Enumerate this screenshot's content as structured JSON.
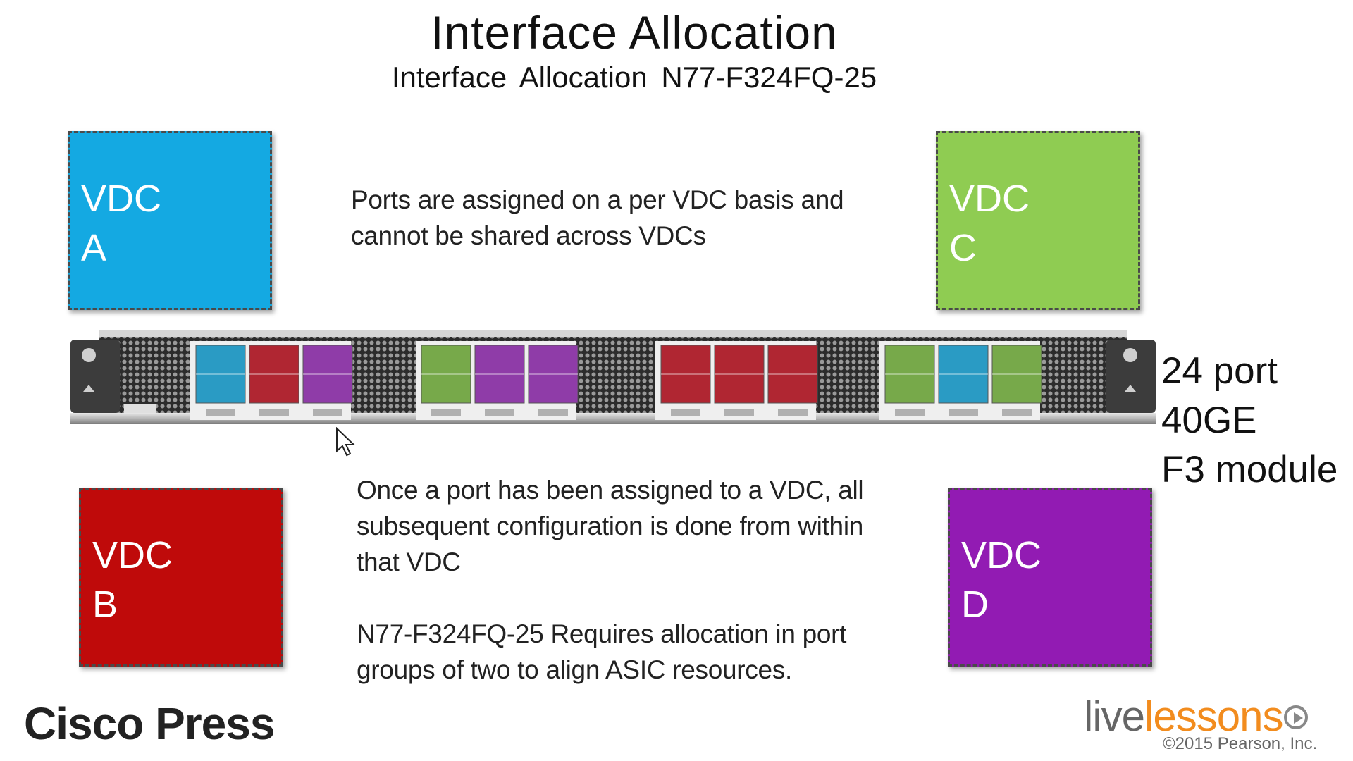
{
  "header": {
    "title": "Interface Allocation",
    "subtitle": "Interface Allocation N77-F324FQ-25"
  },
  "vdcs": [
    {
      "line1": "VDC",
      "line2": "A",
      "color": "#14a9e2"
    },
    {
      "line1": "VDC",
      "line2": "C",
      "color": "#8fcc52"
    },
    {
      "line1": "VDC",
      "line2": "B",
      "color": "#bf0a0a"
    },
    {
      "line1": "VDC",
      "line2": "D",
      "color": "#921bb3"
    }
  ],
  "captions": {
    "top_line1": "Ports are assigned on a per VDC basis and",
    "top_line2": "cannot be shared across VDCs",
    "mid_line1": "Once a port has been assigned to a VDC, all",
    "mid_line2": "subsequent configuration is done from within",
    "mid_line3": "that VDC",
    "bottom_line1": "N77-F324FQ-25 Requires allocation in port",
    "bottom_line2": "groups of two to align ASIC resources."
  },
  "module_label": {
    "line1": "24 port",
    "line2": "40GE",
    "line3": "F3 module"
  },
  "module": {
    "port_groups": [
      [
        "#2a9bc4",
        "#b02632",
        "#8f3ca8"
      ],
      [
        "#77a94a",
        "#8f3ca8",
        "#8f3ca8"
      ],
      [
        "#b02632",
        "#b02632",
        "#b02632"
      ],
      [
        "#77a94a",
        "#2a9bc4",
        "#77a94a"
      ]
    ]
  },
  "branding": {
    "publisher": "Cisco Press",
    "brand_part1": "live",
    "brand_part2": "lessons",
    "copyright": "©2015 Pearson, Inc."
  }
}
